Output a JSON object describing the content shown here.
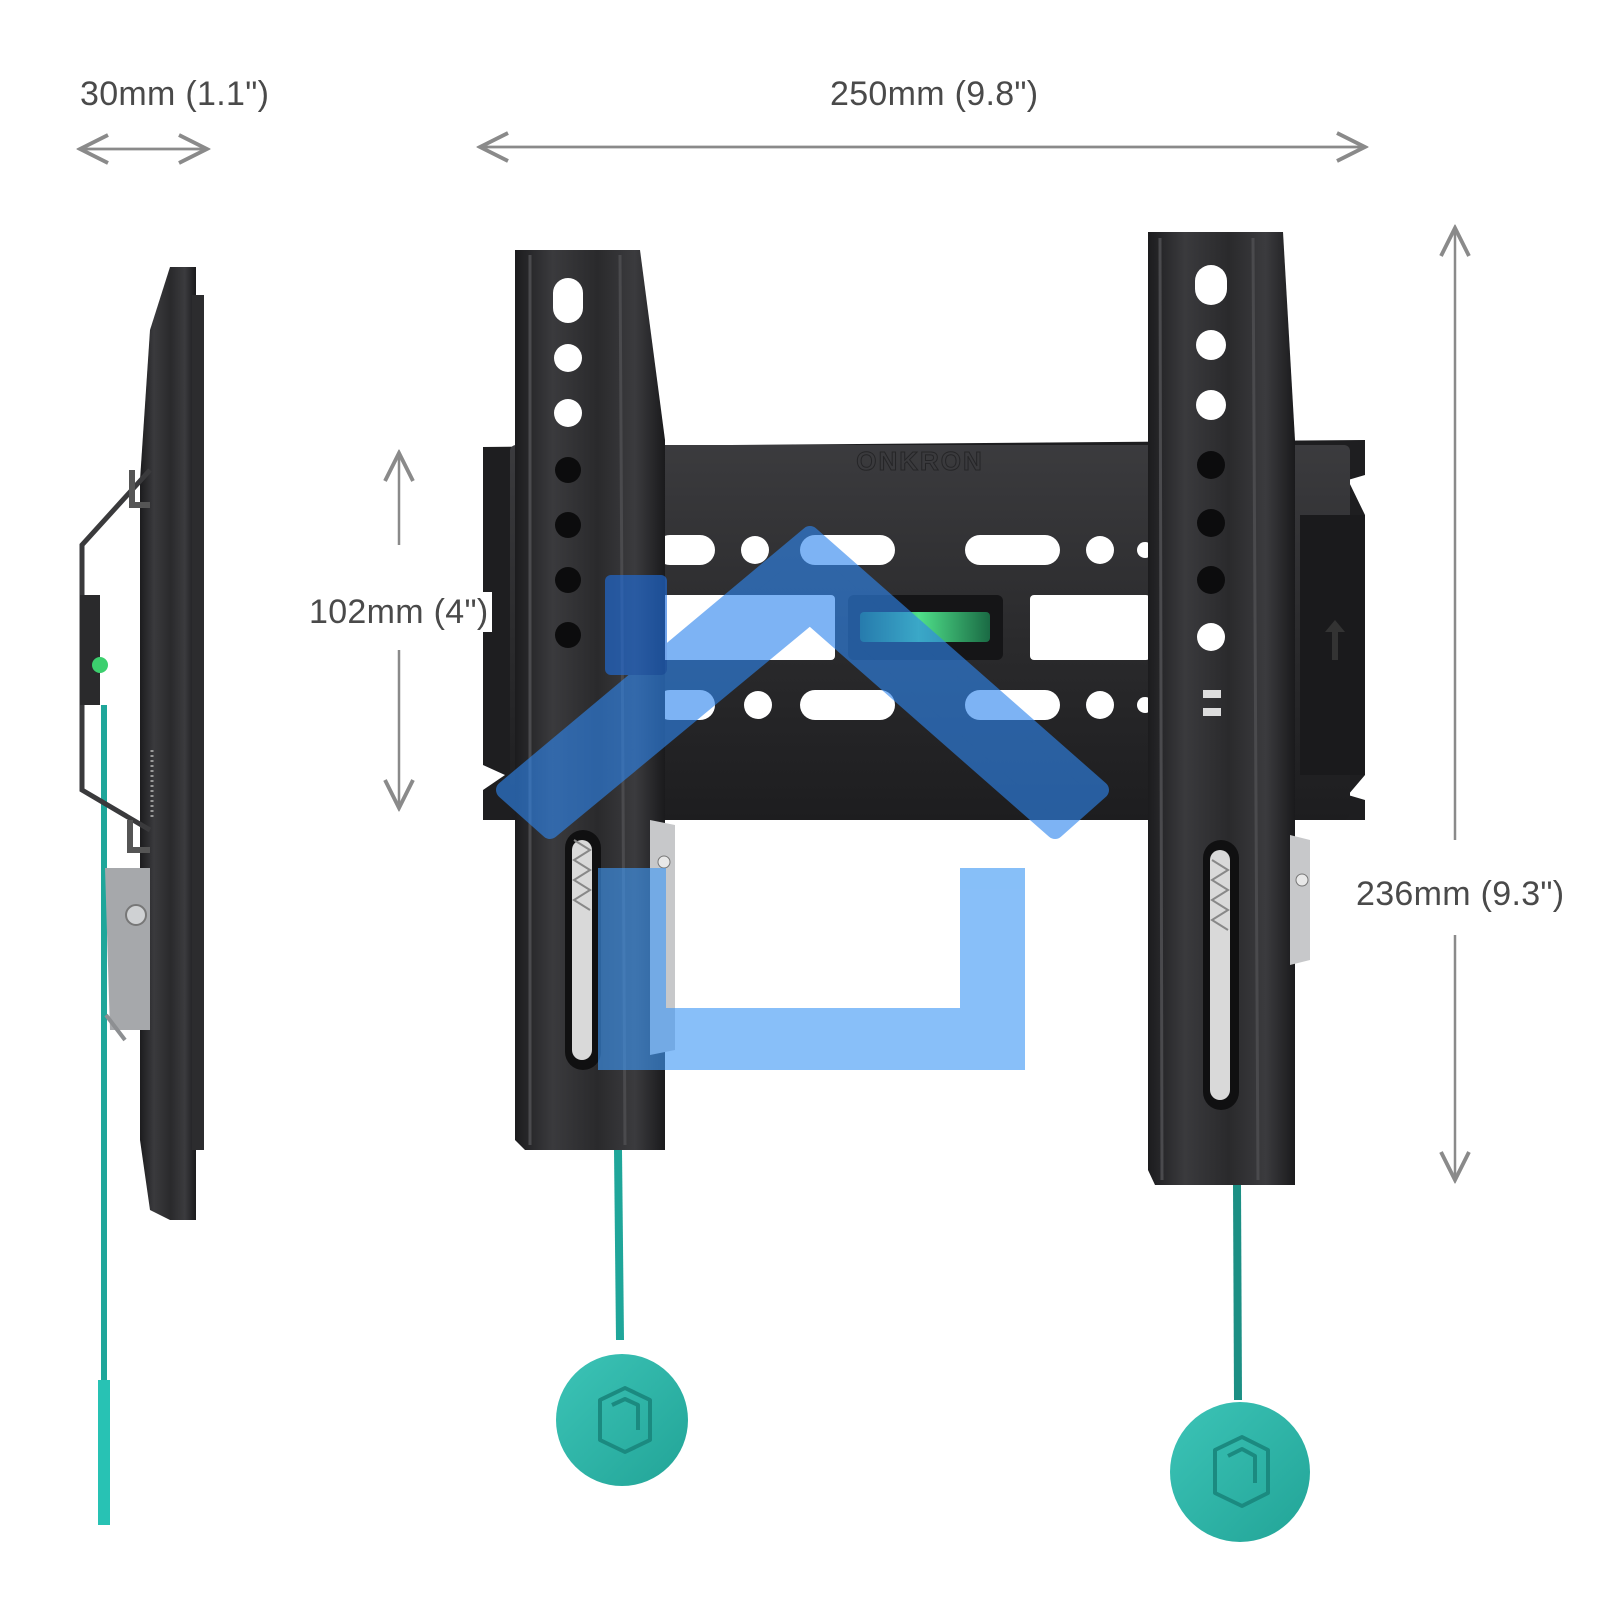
{
  "dimensions": {
    "thickness": "30mm (1.1\")",
    "width": "250mm (9.8\")",
    "vesa_spacing": "102mm (4\")",
    "height": "236mm (9.3\")"
  },
  "brand_embossing": "ONKRON",
  "colors": {
    "bracket": "#2b2b2e",
    "bracket_edge": "#1a1a1c",
    "pull_cord": "#1fa69a",
    "pull_tab": "#2db4a8",
    "logo_overlay": "#3d8ff0",
    "dimension_lines": "#8a8a8a",
    "level_bubble": "#3ccf6e"
  }
}
